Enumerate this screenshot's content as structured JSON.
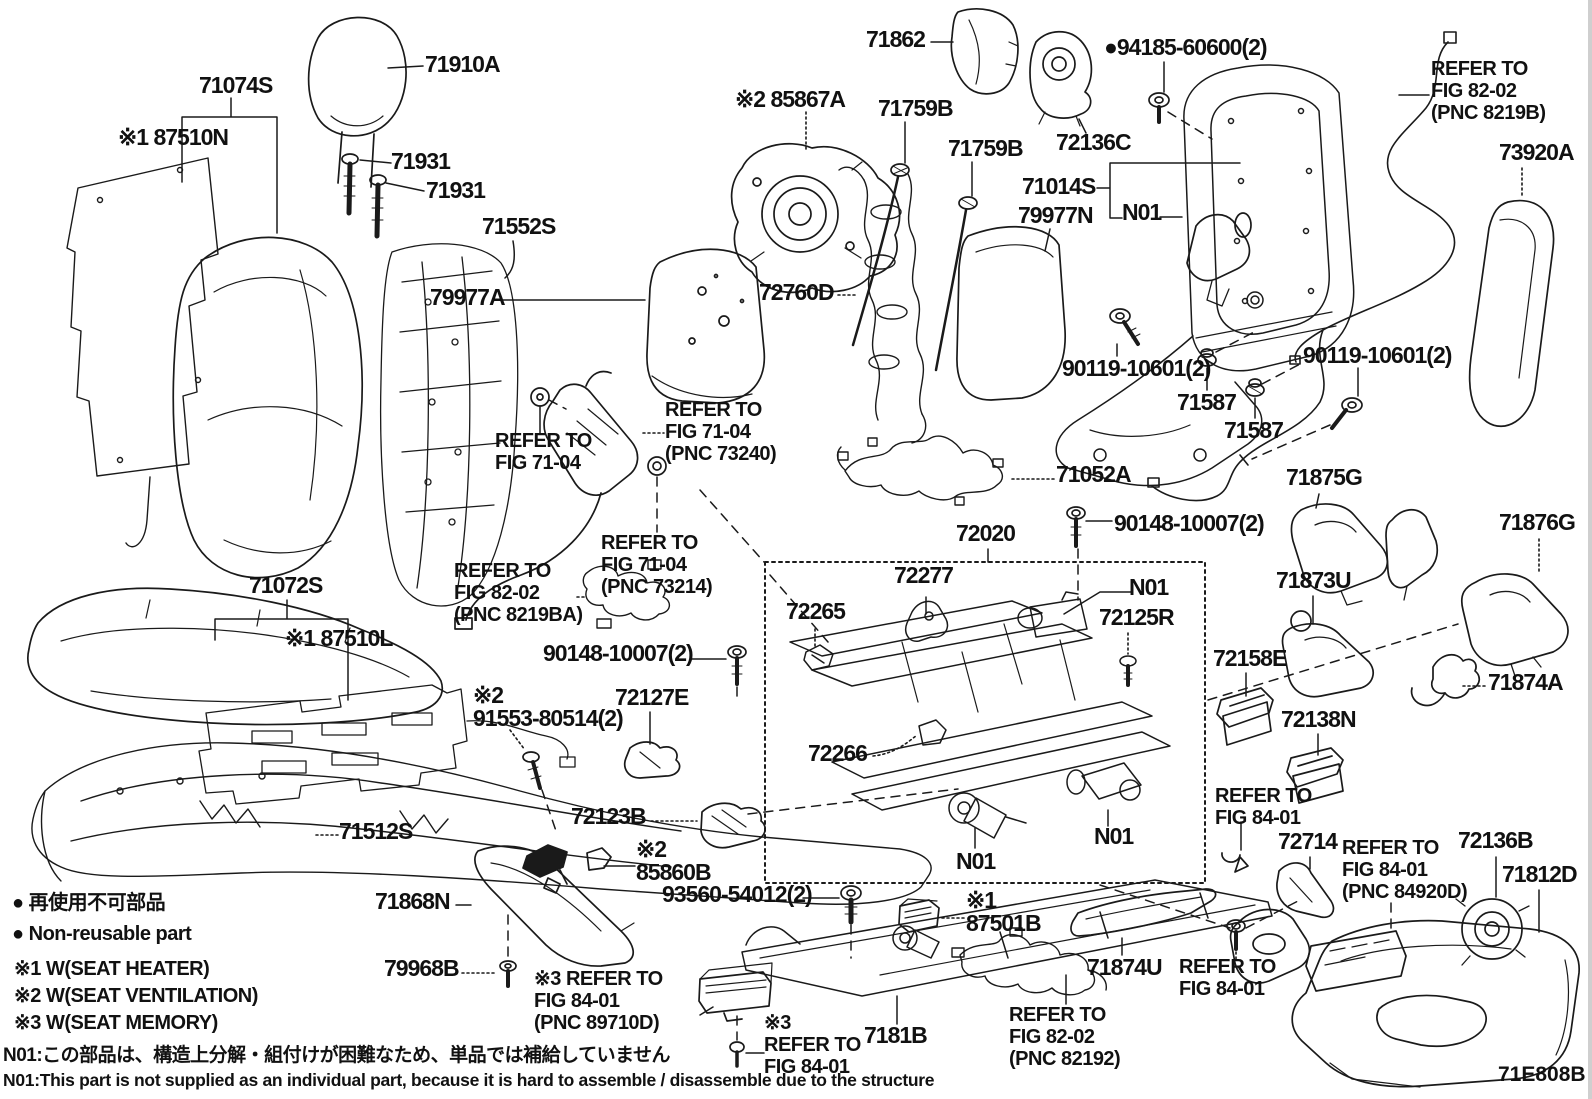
{
  "page": {
    "background": "#ffffff",
    "ink": "#1a1a1a",
    "diagram_code": "71E808B"
  },
  "labels": [
    {
      "id": "71910A",
      "text": "71910A"
    },
    {
      "id": "71074S",
      "text": "71074S"
    },
    {
      "id": "87510N",
      "text": "※1 87510N"
    },
    {
      "id": "71931-a",
      "text": "71931"
    },
    {
      "id": "71931-b",
      "text": "71931"
    },
    {
      "id": "71552S",
      "text": "71552S"
    },
    {
      "id": "71862",
      "text": "71862"
    },
    {
      "id": "85867A",
      "text": "※2 85867A"
    },
    {
      "id": "71759B-a",
      "text": "71759B"
    },
    {
      "id": "71759B-b",
      "text": "71759B"
    },
    {
      "id": "94185-60600",
      "text": "●94185-60600(2)"
    },
    {
      "id": "ref-8219B",
      "text": "REFER TO\nFIG 82-02\n(PNC 8219B)"
    },
    {
      "id": "73920A",
      "text": "73920A"
    },
    {
      "id": "72136C",
      "text": "72136C"
    },
    {
      "id": "71014S",
      "text": "71014S"
    },
    {
      "id": "79977N",
      "text": "79977N"
    },
    {
      "id": "N01-a",
      "text": "N01"
    },
    {
      "id": "79977A",
      "text": "79977A"
    },
    {
      "id": "72760D",
      "text": "72760D"
    },
    {
      "id": "ref-7104-a",
      "text": "REFER TO\nFIG 71-04"
    },
    {
      "id": "ref-73240",
      "text": "REFER TO\nFIG 71-04\n(PNC 73240)"
    },
    {
      "id": "90119-10601-a",
      "text": "90119-10601(2)"
    },
    {
      "id": "90119-10601-b",
      "text": "90119-10601(2)"
    },
    {
      "id": "71587-a",
      "text": "71587"
    },
    {
      "id": "71587-b",
      "text": "71587"
    },
    {
      "id": "71052A",
      "text": "71052A"
    },
    {
      "id": "72020",
      "text": "72020"
    },
    {
      "id": "90148-10007-a",
      "text": "90148-10007(2)"
    },
    {
      "id": "71875G",
      "text": "71875G"
    },
    {
      "id": "71876G",
      "text": "71876G"
    },
    {
      "id": "ref-73214",
      "text": "REFER TO\nFIG 71-04\n(PNC 73214)"
    },
    {
      "id": "ref-8219BA",
      "text": "REFER TO\nFIG 82-02\n(PNC 8219BA)"
    },
    {
      "id": "72277",
      "text": "72277"
    },
    {
      "id": "71873U",
      "text": "71873U"
    },
    {
      "id": "N01-b",
      "text": "N01"
    },
    {
      "id": "72265",
      "text": "72265"
    },
    {
      "id": "72125R",
      "text": "72125R"
    },
    {
      "id": "71072S",
      "text": "71072S"
    },
    {
      "id": "87510L",
      "text": "※1 87510L"
    },
    {
      "id": "90148-10007-b",
      "text": "90148-10007(2)"
    },
    {
      "id": "72158E",
      "text": "72158E"
    },
    {
      "id": "91553-80514",
      "text": "※2\n91553-80514(2)"
    },
    {
      "id": "72127E",
      "text": "72127E"
    },
    {
      "id": "71874A",
      "text": "71874A"
    },
    {
      "id": "72138N",
      "text": "72138N"
    },
    {
      "id": "72266",
      "text": "72266"
    },
    {
      "id": "72123B",
      "text": "72123B"
    },
    {
      "id": "ref-8401-a",
      "text": "REFER TO\nFIG 84-01"
    },
    {
      "id": "71512S",
      "text": "71512S"
    },
    {
      "id": "85860B",
      "text": "※2\n85860B"
    },
    {
      "id": "N01-c",
      "text": "N01"
    },
    {
      "id": "72714",
      "text": "72714"
    },
    {
      "id": "ref-84920D",
      "text": "REFER TO\nFIG 84-01\n(PNC 84920D)"
    },
    {
      "id": "72136B",
      "text": "72136B"
    },
    {
      "id": "71812D",
      "text": "71812D"
    },
    {
      "id": "71868N",
      "text": "71868N"
    },
    {
      "id": "93560-54012",
      "text": "93560-54012(2)"
    },
    {
      "id": "N01-d",
      "text": "N01"
    },
    {
      "id": "87501B",
      "text": "※1\n87501B"
    },
    {
      "id": "79968B",
      "text": "79968B"
    },
    {
      "id": "ref-89710D",
      "text": "※3 REFER TO\nFIG 84-01\n(PNC 89710D)"
    },
    {
      "id": "ref-8401-b",
      "text": "※3\nREFER TO\nFIG 84-01"
    },
    {
      "id": "7181B",
      "text": "7181B"
    },
    {
      "id": "71874U",
      "text": "71874U"
    },
    {
      "id": "ref-8401-c",
      "text": "REFER TO\nFIG 84-01"
    },
    {
      "id": "ref-82192",
      "text": "REFER TO\nFIG 82-02\n(PNC 82192)"
    },
    {
      "id": "fig-code",
      "text": "71E808B"
    },
    {
      "id": "legend-jp",
      "text": "● 再使用不可部品"
    },
    {
      "id": "legend-en",
      "text": "● Non-reusable part"
    },
    {
      "id": "note1",
      "text": "※1 W(SEAT HEATER)"
    },
    {
      "id": "note2",
      "text": "※2 W(SEAT VENTILATION)"
    },
    {
      "id": "note3",
      "text": "※3 W(SEAT MEMORY)"
    },
    {
      "id": "n01-jp",
      "text": "N01:この部品は、構造上分解・組付けが困難なため、単品では補給していません"
    },
    {
      "id": "n01-en",
      "text": "N01:This part is not supplied as an individual part, because it is hard to assemble / disassemble due to the structure"
    }
  ]
}
